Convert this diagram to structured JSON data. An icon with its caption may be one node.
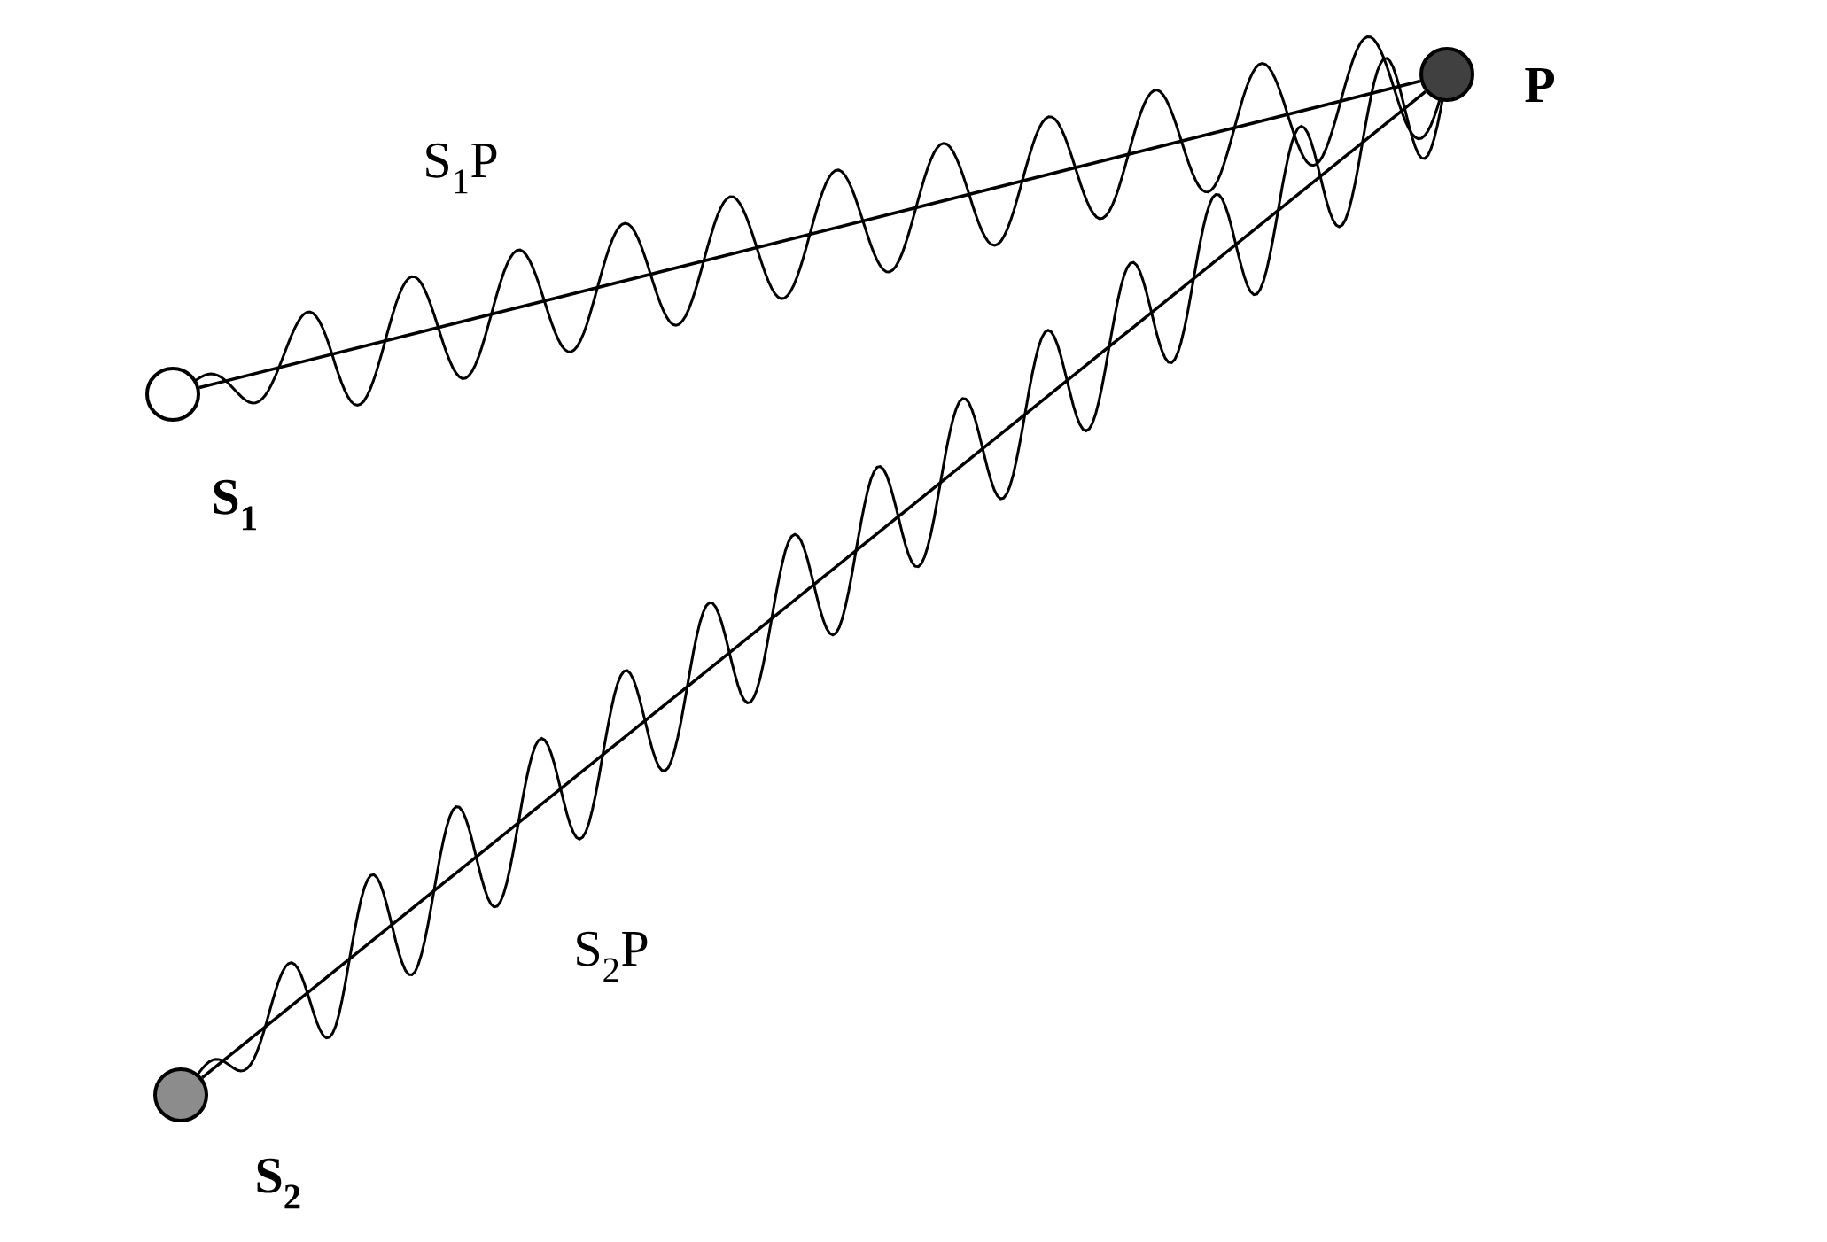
{
  "diagram": {
    "nodes": [
      {
        "text": [],
        "shape": "circle",
        "beside": [
          "S$_{1}$"
        ]
      },
      {
        "text": [],
        "shape": "circle",
        "beside": [
          "P"
        ]
      },
      {
        "text": [],
        "shape": "circle",
        "beside": [
          "S$_{2}$"
        ]
      }
    ],
    "edges": [
      {
        "from": 0,
        "to": 1,
        "arrow": "none",
        "label": "S$_{1}$P"
      },
      {
        "from": 2,
        "to": 1,
        "arrow": "none",
        "label": "S$_{2}$P"
      }
    ]
  }
}
